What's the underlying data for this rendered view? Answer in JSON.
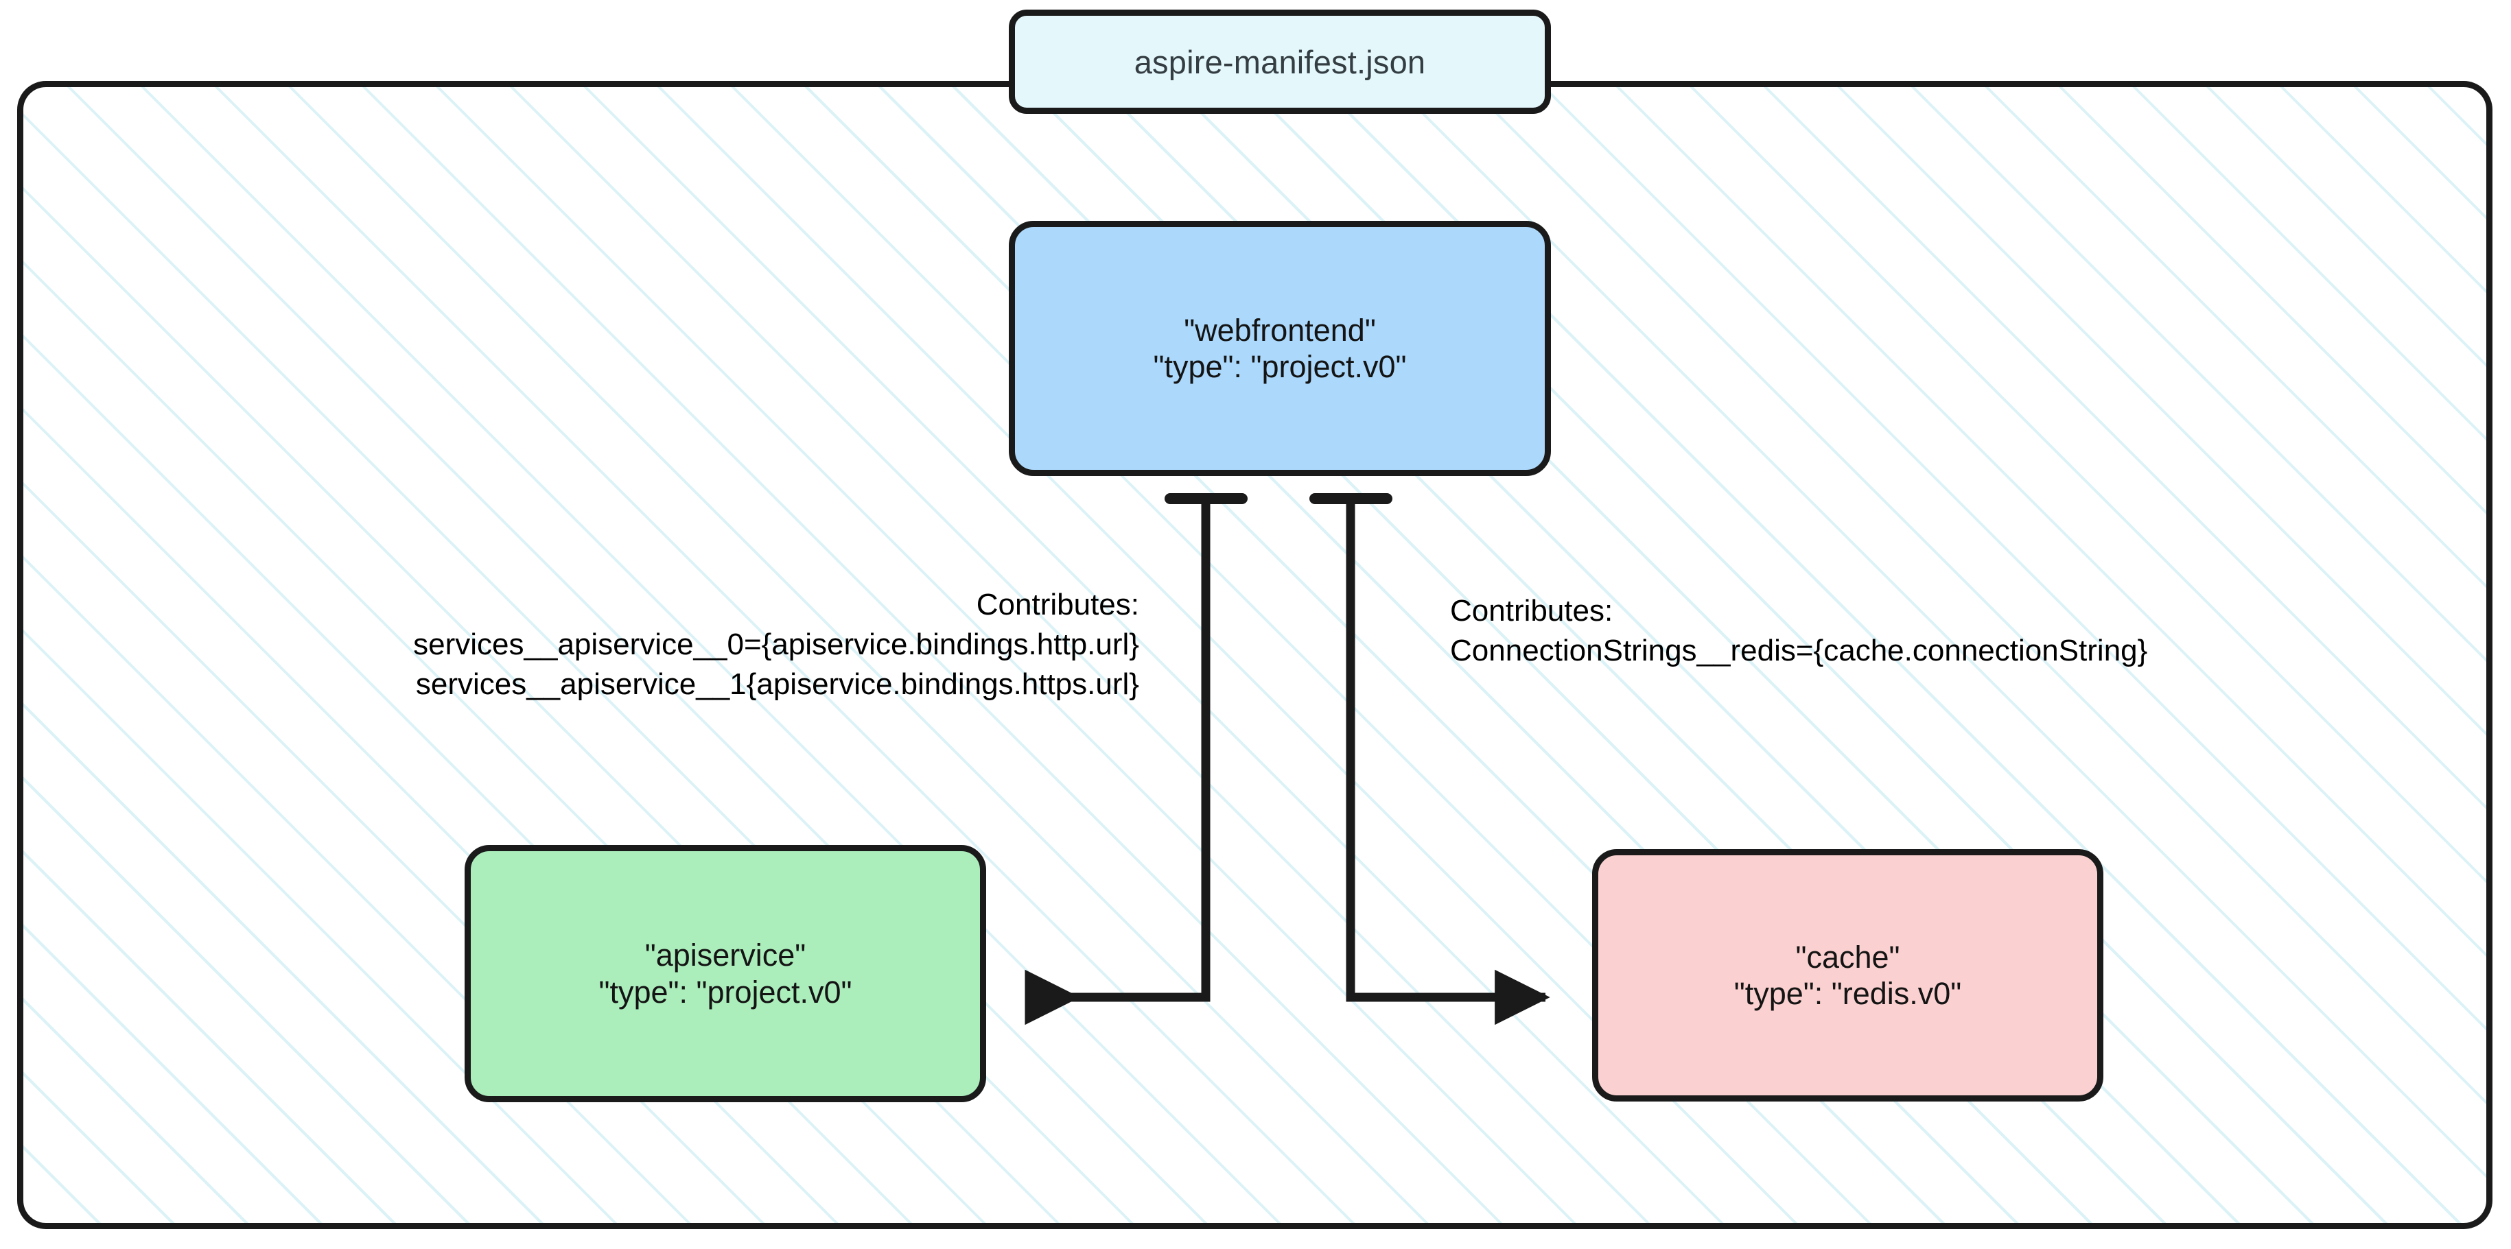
{
  "diagram": {
    "title": "aspire-manifest.json",
    "container_name": "aspire-manifest-container",
    "nodes": [
      {
        "id": "webfrontend",
        "name": "\"webfrontend\"",
        "type": "\"type\": \"project.v0\"",
        "color": "#abd8fb"
      },
      {
        "id": "apiservice",
        "name": "\"apiservice\"",
        "type": "\"type\": \"project.v0\"",
        "color": "#abeebc"
      },
      {
        "id": "cache",
        "name": "\"cache\"",
        "type": "\"type\": \"redis.v0\"",
        "color": "#fbd0d0"
      }
    ],
    "edges": [
      {
        "id": "webfrontend-to-apiservice",
        "from": "webfrontend",
        "to": "apiservice",
        "label_lines": [
          "Contributes:",
          "services__apiservice__0={apiservice.bindings.http.url}",
          "services__apiservice__1{apiservice.bindings.https.url}"
        ]
      },
      {
        "id": "webfrontend-to-cache",
        "from": "webfrontend",
        "to": "cache",
        "label_lines": [
          "Contributes:",
          "ConnectionStrings__redis={cache.connectionString}"
        ]
      }
    ],
    "colors": {
      "stroke": "#1a1a1a",
      "title_fill": "#e4f7fb",
      "hatch": "#bee8f0",
      "text": "#000000",
      "title_text": "#333d42"
    }
  }
}
